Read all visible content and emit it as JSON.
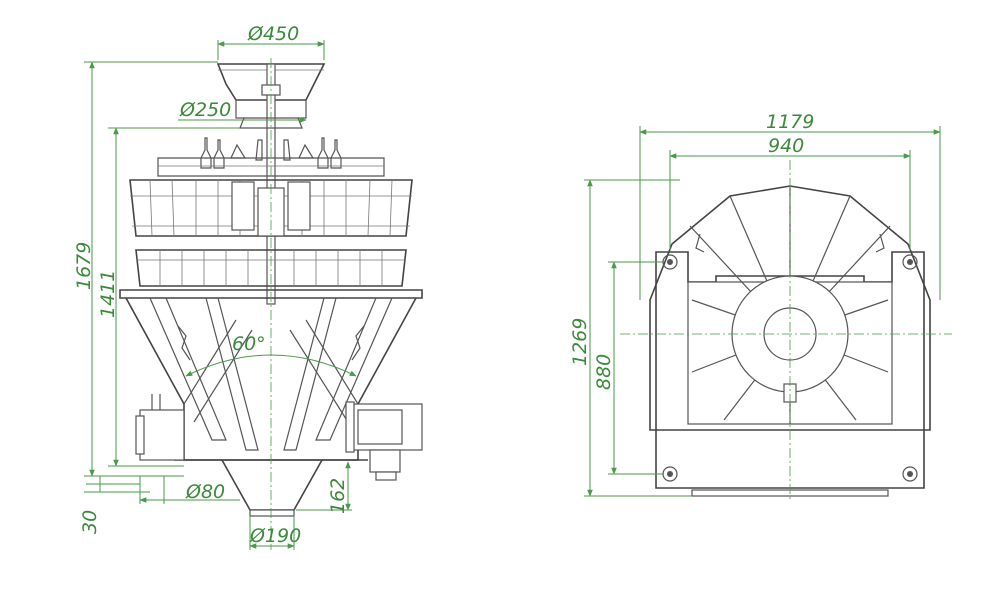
{
  "colors": {
    "dimension": "#3a8a3a",
    "outline": "#555555",
    "background": "#ffffff"
  },
  "front_view": {
    "hopper_diameter": "Ø450",
    "top_ring_diameter": "Ø250",
    "total_height": "1679",
    "body_height": "1411",
    "cone_angle": "60°",
    "side_outlet_diameter": "Ø80",
    "outlet_height": "162",
    "bottom_clearance": "30",
    "discharge_diameter": "Ø190"
  },
  "top_view": {
    "overall_width": "1179",
    "frame_width": "940",
    "overall_depth": "1269",
    "frame_depth": "880"
  }
}
